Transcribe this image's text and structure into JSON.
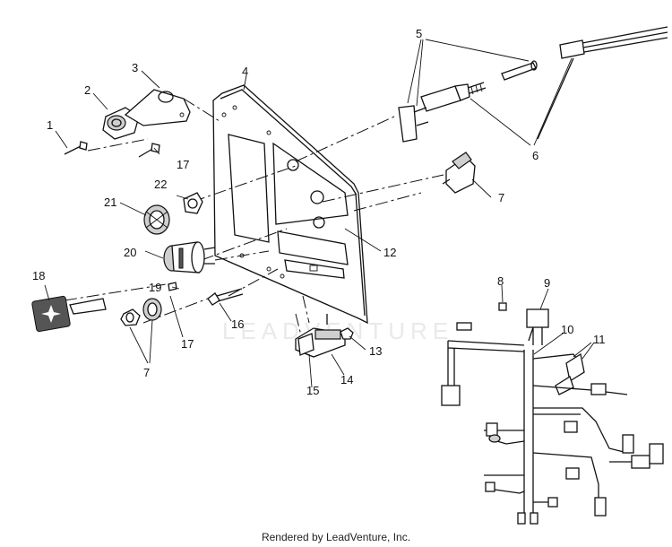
{
  "watermark": "LEADVENTURE",
  "footer": "Rendered by LeadVenture, Inc.",
  "callouts": {
    "c1": "1",
    "c2": "2",
    "c3": "3",
    "c4": "4",
    "c5": "5",
    "c6": "6",
    "c7a": "7",
    "c7b": "7",
    "c8": "8",
    "c9": "9",
    "c10": "10",
    "c11": "11",
    "c12": "12",
    "c13": "13",
    "c14": "14",
    "c15": "15",
    "c16": "16",
    "c17a": "17",
    "c17b": "17",
    "c18": "18",
    "c19": "19",
    "c20": "20",
    "c21": "21",
    "c22": "22"
  }
}
